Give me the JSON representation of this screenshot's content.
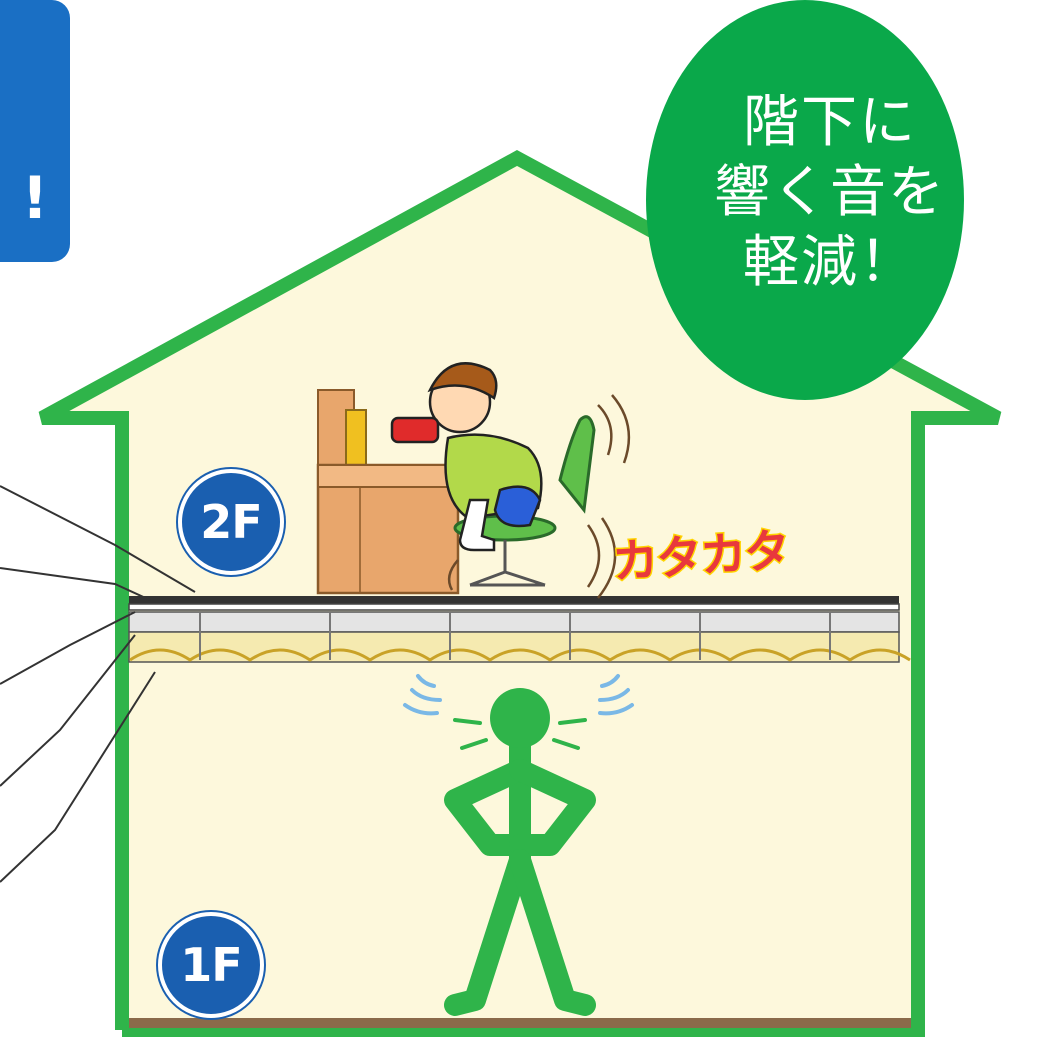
{
  "corner_label": {
    "text": "!"
  },
  "callout": {
    "lines": [
      "階下に",
      "響く音を",
      "軽減！"
    ],
    "color": "#0aa84a"
  },
  "floors": {
    "upper": "2F",
    "lower": "1F",
    "badge_color": "#1a5fb0"
  },
  "sound_effect": {
    "text": "カタカタ",
    "color": "#e8383d",
    "outline_color": "#ffd400"
  },
  "house": {
    "wall_color": "#2fb44a",
    "interior_color": "#fdf8dc"
  }
}
